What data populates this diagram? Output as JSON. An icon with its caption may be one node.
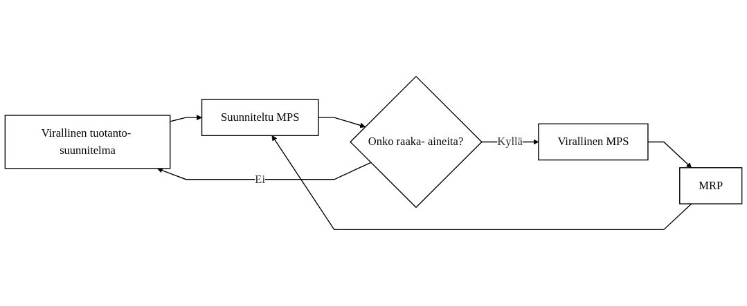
{
  "diagram": {
    "nodes": [
      {
        "text": [
          "Virallinen tuotanto- suunnitelma"
        ]
      },
      {
        "text": [
          "Suunniteltu MPS"
        ]
      },
      {
        "text": [
          "Onko raaka- aineita?"
        ]
      },
      {
        "text": [
          "Virallinen MPS"
        ]
      },
      {
        "text": [
          "MRP"
        ]
      }
    ],
    "edges": [
      {
        "from": 0,
        "to": 1,
        "arrow": "to"
      },
      {
        "from": 1,
        "to": 2,
        "arrow": "to"
      },
      {
        "from": 2,
        "to": 0,
        "arrow": "to",
        "label": "Ei"
      },
      {
        "from": 2,
        "to": 3,
        "arrow": "to",
        "label": "Kyllä"
      },
      {
        "from": 3,
        "to": 4,
        "arrow": "to"
      },
      {
        "from": 4,
        "to": 1,
        "arrow": "to"
      }
    ]
  }
}
